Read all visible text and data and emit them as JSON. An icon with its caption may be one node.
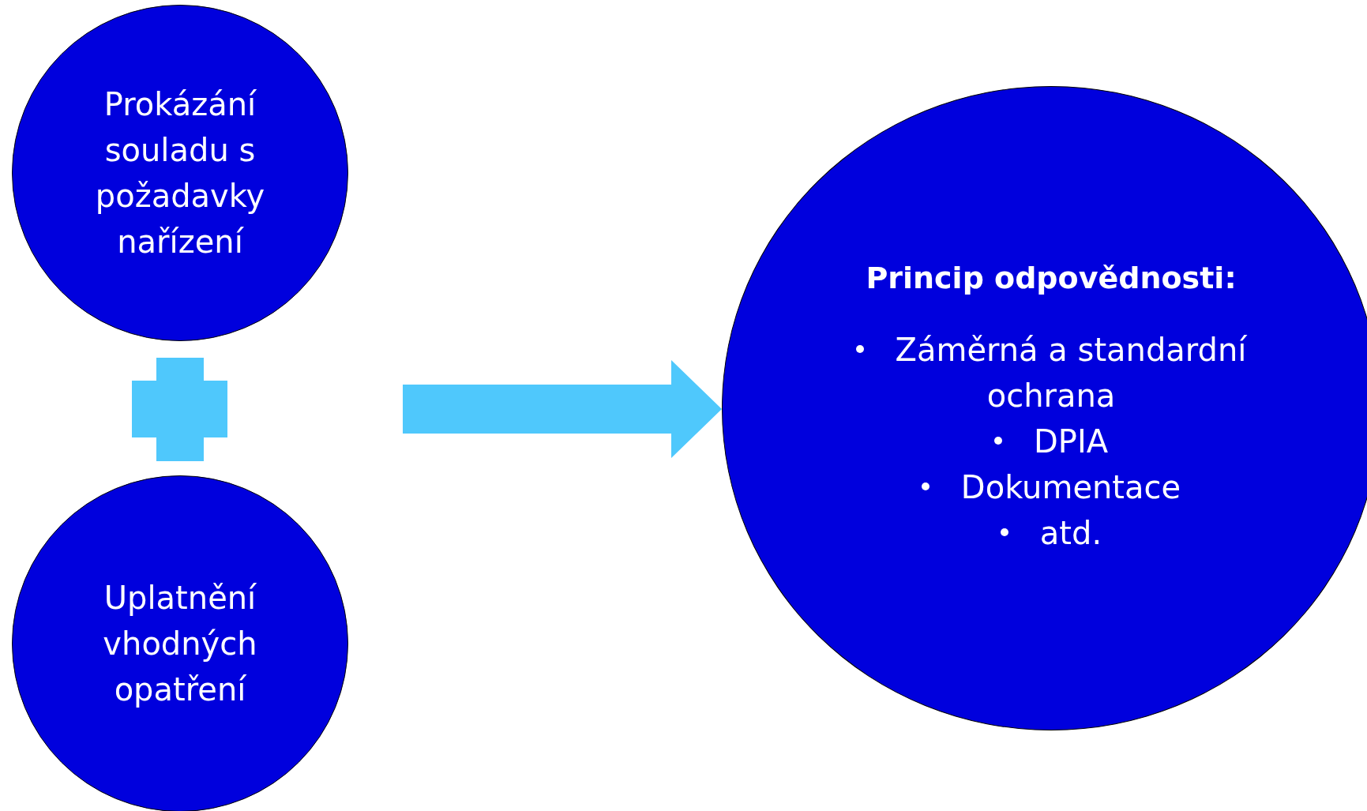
{
  "diagram": {
    "nodes": [
      {
        "text": [
          "Prokázání souladu s požadavky nařízení"
        ]
      },
      {
        "text": [
          "Uplatnění vhodných opatření"
        ]
      },
      {
        "text": [
          "Princip odpovědnosti:",
          "Záměrná a standardní ochrana",
          "DPIA",
          "Dokumentace",
          "atd."
        ]
      }
    ],
    "edges": [
      {
        "from": null,
        "to": 2,
        "arrow": "to",
        "style": "thick",
        "color": "#4fc8fc"
      }
    ]
  }
}
